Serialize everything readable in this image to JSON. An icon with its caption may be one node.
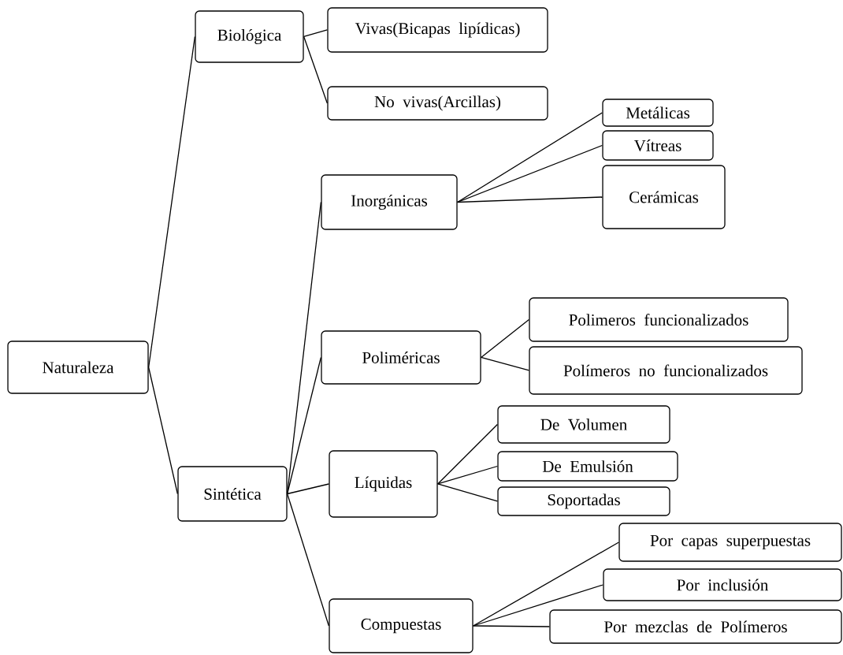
{
  "diagram": {
    "nodes": [
      {
        "text": [
          "Naturaleza"
        ]
      },
      {
        "text": [
          "Biológica"
        ]
      },
      {
        "text": [
          "Sintética"
        ]
      },
      {
        "text": [
          "Vivas(Bicapas lipídicas)"
        ]
      },
      {
        "text": [
          "No vivas(Arcillas)"
        ]
      },
      {
        "text": [
          "Inorgánicas"
        ]
      },
      {
        "text": [
          "Metálicas"
        ]
      },
      {
        "text": [
          "Vítreas"
        ]
      },
      {
        "text": [
          "Cerámicas"
        ]
      },
      {
        "text": [
          "Poliméricas"
        ]
      },
      {
        "text": [
          "Polimeros funcionalizados"
        ]
      },
      {
        "text": [
          "Polímeros no funcionalizados"
        ]
      },
      {
        "text": [
          "Líquidas"
        ]
      },
      {
        "text": [
          "De Volumen"
        ]
      },
      {
        "text": [
          "De Emulsión"
        ]
      },
      {
        "text": [
          "Soportadas"
        ]
      },
      {
        "text": [
          "Compuestas"
        ]
      },
      {
        "text": [
          "Por capas superpuestas"
        ]
      },
      {
        "text": [
          "Por inclusión"
        ]
      },
      {
        "text": [
          "Por mezclas de Polímeros"
        ]
      }
    ],
    "edges": [
      {
        "from": 0,
        "to": 1,
        "arrow": "none"
      },
      {
        "from": 0,
        "to": 2,
        "arrow": "none"
      },
      {
        "from": 1,
        "to": 3,
        "arrow": "none"
      },
      {
        "from": 1,
        "to": 4,
        "arrow": "none"
      },
      {
        "from": 2,
        "to": 5,
        "arrow": "none"
      },
      {
        "from": 2,
        "to": 9,
        "arrow": "none"
      },
      {
        "from": 2,
        "to": 12,
        "arrow": "none"
      },
      {
        "from": 2,
        "to": 16,
        "arrow": "none"
      },
      {
        "from": 5,
        "to": 6,
        "arrow": "none"
      },
      {
        "from": 5,
        "to": 7,
        "arrow": "none"
      },
      {
        "from": 5,
        "to": 8,
        "arrow": "none"
      },
      {
        "from": 9,
        "to": 10,
        "arrow": "none"
      },
      {
        "from": 9,
        "to": 11,
        "arrow": "none"
      },
      {
        "from": 12,
        "to": 13,
        "arrow": "none"
      },
      {
        "from": 12,
        "to": 14,
        "arrow": "none"
      },
      {
        "from": 12,
        "to": 15,
        "arrow": "none"
      },
      {
        "from": 16,
        "to": 17,
        "arrow": "none"
      },
      {
        "from": 16,
        "to": 18,
        "arrow": "none"
      },
      {
        "from": 16,
        "to": 19,
        "arrow": "none"
      }
    ]
  }
}
